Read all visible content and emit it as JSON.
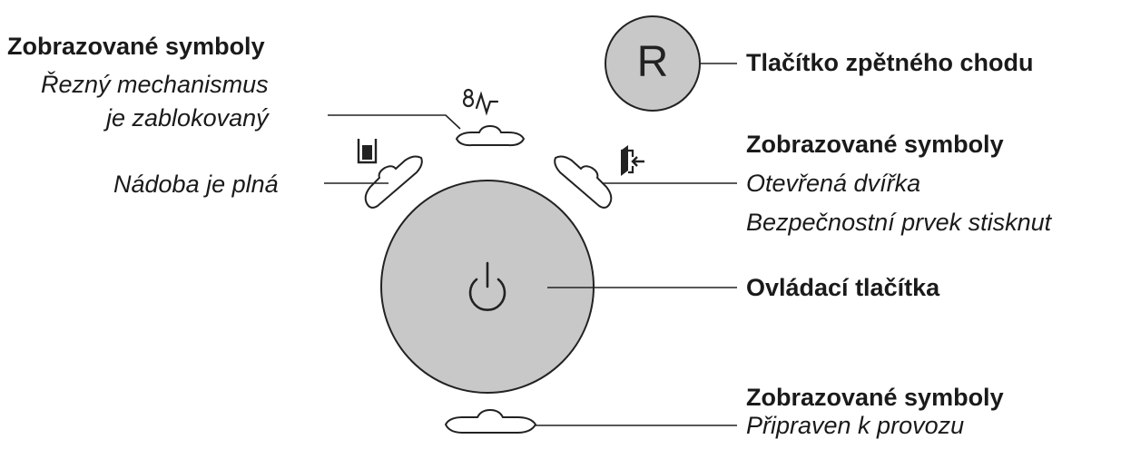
{
  "reverse_button": {
    "letter": "R",
    "label": "Tlačítko zpětného chodu"
  },
  "top_left": {
    "title": "Zobrazované symboly",
    "line1": "Řezný mechanismus",
    "line2": "je zablokovaný"
  },
  "left": {
    "label": "Nádoba je plná"
  },
  "right": {
    "title": "Zobrazované symboly",
    "line1": "Otevřená dvířka",
    "line2": "Bezpečnostní prvek stisknut"
  },
  "control": {
    "label": "Ovládací tlačítka",
    "icon": "power-icon"
  },
  "bottom": {
    "title": "Zobrazované symboly",
    "line1": "Připraven k provozu"
  },
  "colors": {
    "button_fill": "#c8c8c8",
    "stroke": "#222222",
    "text": "#1a1a1a"
  }
}
